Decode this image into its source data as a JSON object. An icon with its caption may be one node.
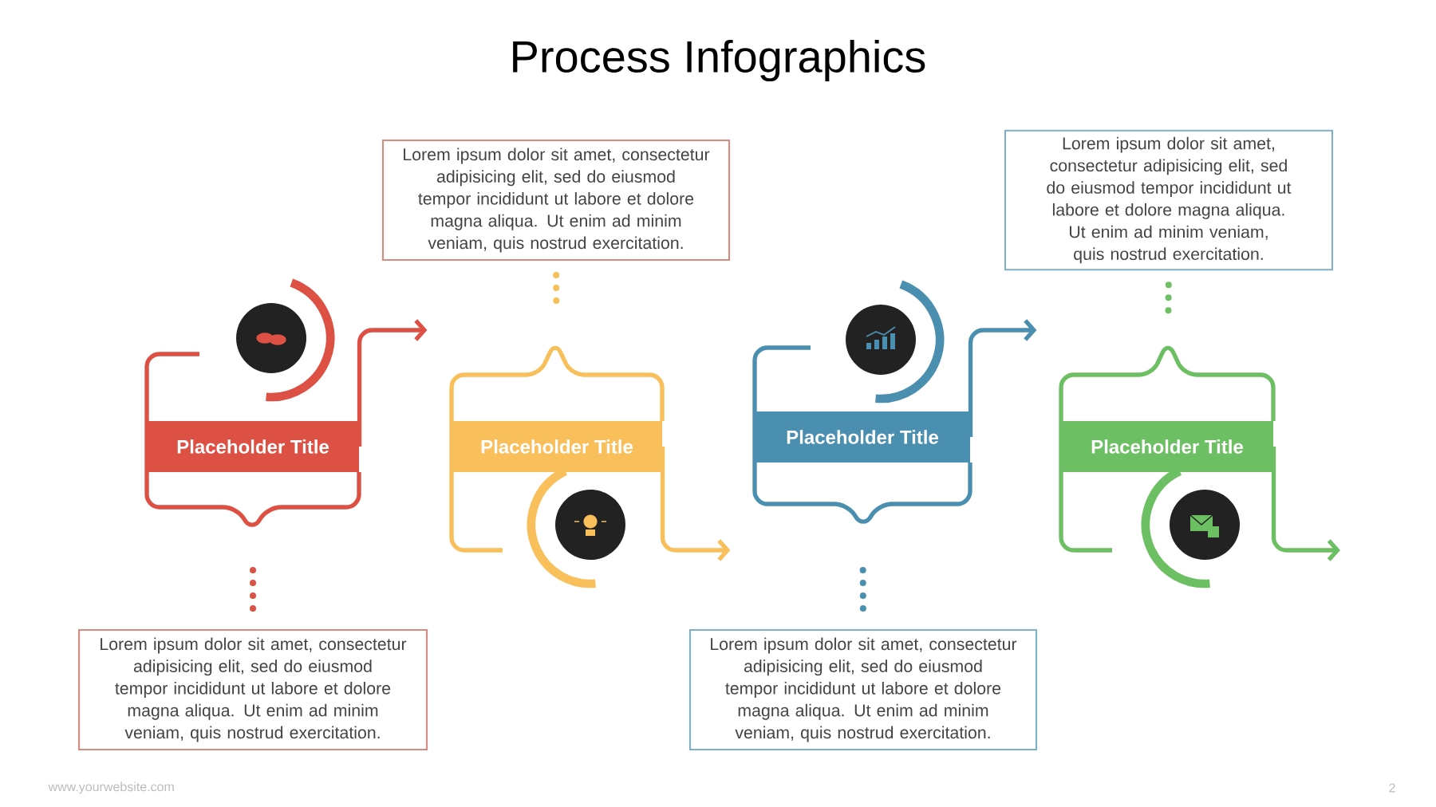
{
  "diagram": {
    "title": "Process Infographics",
    "nodes": [
      {
        "text": [
          "Placeholder Title"
        ]
      },
      {
        "text": [
          "Lorem ipsum dolor sit amet, consectetur  adipisicing elit, sed do eiusmod tempor incididunt ut labore et dolore magna aliqua. Ut enim ad minim veniam, quis nostrud exercitation."
        ]
      },
      {
        "text": [
          "Lorem ipsum dolor sit amet, consectetur  adipisicing elit, sed do eiusmod tempor incididunt ut labore et dolore magna aliqua. Ut enim ad minim veniam, quis nostrud exercitation."
        ]
      },
      {
        "text": [
          "Placeholder Title"
        ]
      },
      {
        "text": [
          "Placeholder Title"
        ]
      },
      {
        "text": [
          "Lorem ipsum dolor sit amet, consectetur  adipisicing elit, sed do eiusmod tempor incididunt ut labore et dolore magna aliqua. Ut enim ad minim veniam, quis nostrud exercitation."
        ]
      },
      {
        "text": [
          "Lorem ipsum dolor sit amet, consectetur  adipisicing elit, sed do eiusmod tempor incididunt ut labore et dolore magna aliqua. Ut enim ad minim veniam, quis nostrud exercitation."
        ]
      },
      {
        "text": [
          "Placeholder Title"
        ]
      }
    ],
    "edges": [
      {
        "from": 1,
        "to": 0,
        "arrow": "none",
        "style": "dashed",
        "color": "#dd5145"
      },
      {
        "from": 2,
        "to": 3,
        "arrow": "none",
        "style": "dashed",
        "color": "#f9bf5b"
      },
      {
        "from": 0,
        "to": 3,
        "arrow": "to",
        "color": "#dd5145"
      },
      {
        "from": 3,
        "to": 4,
        "arrow": "to",
        "color": "#f9bf5b"
      },
      {
        "from": 5,
        "to": 4,
        "arrow": "none",
        "style": "dashed",
        "color": "#4b8fb0"
      },
      {
        "from": 4,
        "to": 7,
        "arrow": "to",
        "color": "#4b8fb0"
      },
      {
        "from": 6,
        "to": 7,
        "arrow": "none",
        "style": "dashed",
        "color": "#6dbf63"
      },
      {
        "from": 7,
        "to": null,
        "arrow": "to",
        "color": "#6dbf63"
      }
    ],
    "labels": [
      "www.yourwebsite.com",
      "2"
    ]
  }
}
